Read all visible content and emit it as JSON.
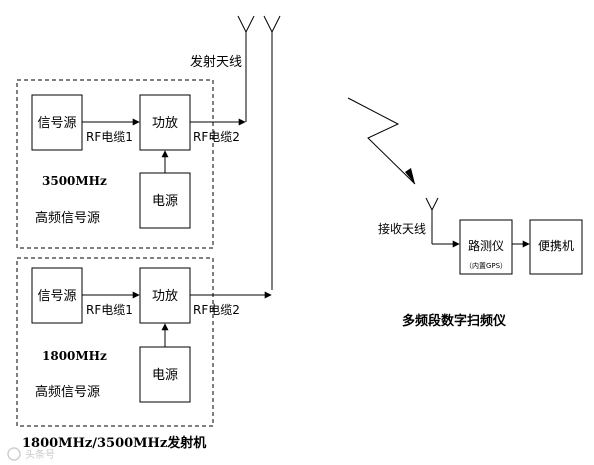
{
  "transmitter": {
    "tx_antenna_label": "发射天线",
    "title": "1800MHz/3500MHz发射机",
    "group_top": {
      "signal_source": "信号源",
      "amplifier": "功放",
      "cable1": "RF电缆1",
      "cable2": "RF电缆2",
      "power": "电源",
      "freq": "3500MHz",
      "desc": "高频信号源"
    },
    "group_bottom": {
      "signal_source": "信号源",
      "amplifier": "功放",
      "cable1": "RF电缆1",
      "cable2": "RF电缆2",
      "power": "电源",
      "freq": "1800MHz",
      "desc": "高频信号源"
    }
  },
  "receiver": {
    "rx_antenna_label": "接收天线",
    "scanner": "路测仪",
    "scanner_sub": "（内置GPS）",
    "laptop": "便携机",
    "title": "多频段数字扫频仪"
  },
  "watermark": "头条号"
}
